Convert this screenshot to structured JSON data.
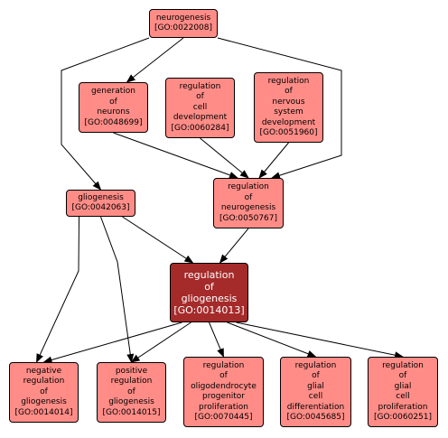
{
  "colors": {
    "node_fill": "#ff8c87",
    "focus_fill": "#a52a2a",
    "border": "#000000",
    "edge": "#000000"
  },
  "nodes": {
    "neurogenesis": {
      "lines": [
        "neurogenesis",
        "[GO:0022008]"
      ]
    },
    "generation_of_neurons": {
      "lines": [
        "generation",
        "of",
        "neurons",
        "[GO:0048699]"
      ]
    },
    "regulation_of_cell_development": {
      "lines": [
        "regulation",
        "of",
        "cell",
        "development",
        "[GO:0060284]"
      ]
    },
    "regulation_of_nervous_system_development": {
      "lines": [
        "regulation",
        "of",
        "nervous",
        "system",
        "development",
        "[GO:0051960]"
      ]
    },
    "gliogenesis": {
      "lines": [
        "gliogenesis",
        "[GO:0042063]"
      ]
    },
    "regulation_of_neurogenesis": {
      "lines": [
        "regulation",
        "of",
        "neurogenesis",
        "[GO:0050767]"
      ]
    },
    "regulation_of_gliogenesis": {
      "lines": [
        "regulation",
        "of",
        "gliogenesis",
        "[GO:0014013]"
      ]
    },
    "negative_regulation_of_gliogenesis": {
      "lines": [
        "negative",
        "regulation",
        "of",
        "gliogenesis",
        "[GO:0014014]"
      ]
    },
    "positive_regulation_of_gliogenesis": {
      "lines": [
        "positive",
        "regulation",
        "of",
        "gliogenesis",
        "[GO:0014015]"
      ]
    },
    "regulation_of_oligodendrocyte_progenitor_proliferation": {
      "lines": [
        "regulation",
        "of",
        "oligodendrocyte",
        "progenitor",
        "proliferation",
        "[GO:0070445]"
      ]
    },
    "regulation_of_glial_cell_differentiation": {
      "lines": [
        "regulation",
        "of",
        "glial",
        "cell",
        "differentiation",
        "[GO:0045685]"
      ]
    },
    "regulation_of_glial_cell_proliferation": {
      "lines": [
        "regulation",
        "of",
        "glial",
        "cell",
        "proliferation",
        "[GO:0060251]"
      ]
    }
  },
  "edges": [
    [
      "neurogenesis",
      "generation_of_neurons"
    ],
    [
      "neurogenesis",
      "gliogenesis"
    ],
    [
      "neurogenesis",
      "regulation_of_neurogenesis"
    ],
    [
      "generation_of_neurons",
      "regulation_of_neurogenesis"
    ],
    [
      "regulation_of_cell_development",
      "regulation_of_neurogenesis"
    ],
    [
      "regulation_of_nervous_system_development",
      "regulation_of_neurogenesis"
    ],
    [
      "gliogenesis",
      "regulation_of_gliogenesis"
    ],
    [
      "gliogenesis",
      "negative_regulation_of_gliogenesis"
    ],
    [
      "gliogenesis",
      "positive_regulation_of_gliogenesis"
    ],
    [
      "regulation_of_neurogenesis",
      "regulation_of_gliogenesis"
    ],
    [
      "regulation_of_gliogenesis",
      "negative_regulation_of_gliogenesis"
    ],
    [
      "regulation_of_gliogenesis",
      "positive_regulation_of_gliogenesis"
    ],
    [
      "regulation_of_gliogenesis",
      "regulation_of_oligodendrocyte_progenitor_proliferation"
    ],
    [
      "regulation_of_gliogenesis",
      "regulation_of_glial_cell_differentiation"
    ],
    [
      "regulation_of_gliogenesis",
      "regulation_of_glial_cell_proliferation"
    ]
  ]
}
